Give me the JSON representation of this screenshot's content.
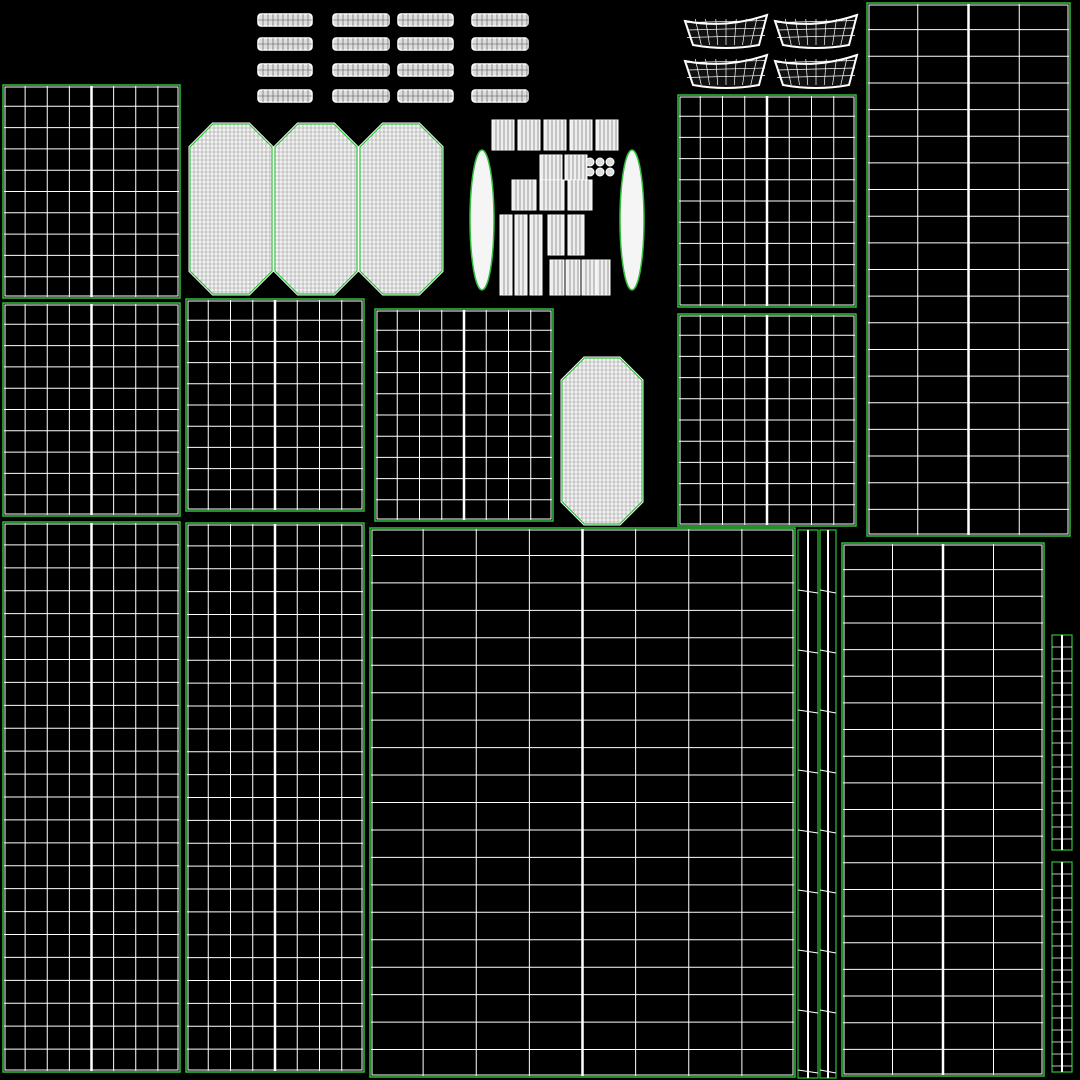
{
  "colors": {
    "background": "#000000",
    "grid": "#ffffff",
    "border": "#2fbf3a",
    "capsule_fill": "#f2f2f2",
    "mesh_line": "#9a9a9a"
  },
  "uv_layout": {
    "description_visible_text": "",
    "island_kinds": [
      "grid-panel",
      "capsule",
      "small-strip",
      "curved-patch",
      "parts-cluster",
      "vertical-strip"
    ]
  }
}
